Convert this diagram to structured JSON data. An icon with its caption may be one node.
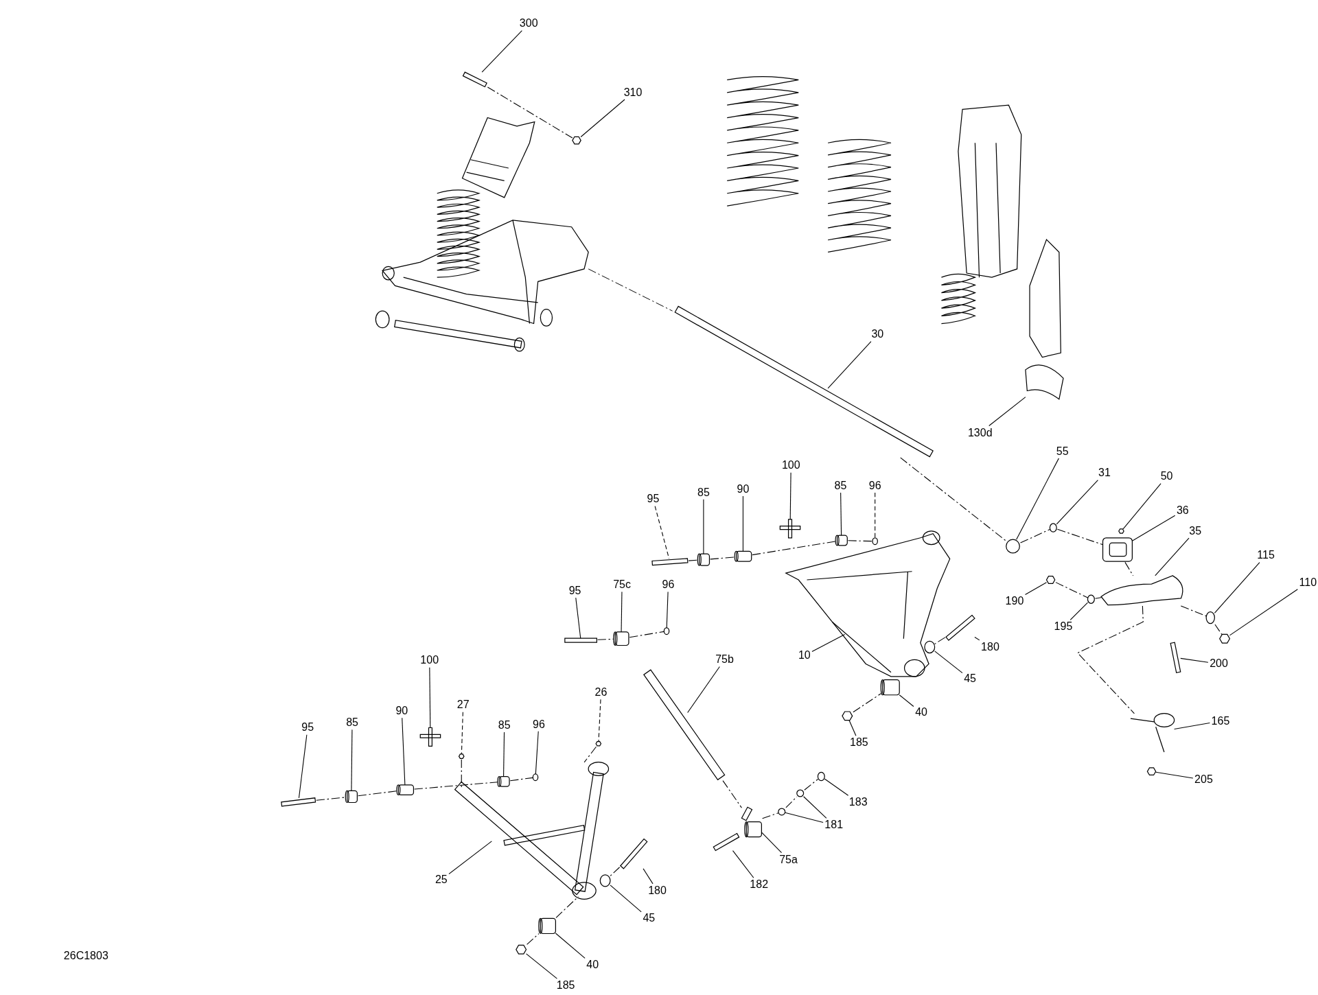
{
  "diagram": {
    "nodes": [
      {
        "text": [
          "300"
        ]
      },
      {
        "text": [
          "310"
        ]
      },
      {
        "text": [
          "30"
        ]
      },
      {
        "text": [
          "130d"
        ]
      },
      {
        "text": [
          "55"
        ]
      },
      {
        "text": [
          "31"
        ]
      },
      {
        "text": [
          "50"
        ]
      },
      {
        "text": [
          "36"
        ]
      },
      {
        "text": [
          "35"
        ]
      },
      {
        "text": [
          "115"
        ]
      },
      {
        "text": [
          "110"
        ]
      },
      {
        "text": [
          "190"
        ]
      },
      {
        "text": [
          "195"
        ]
      },
      {
        "text": [
          "200"
        ]
      },
      {
        "text": [
          "165"
        ]
      },
      {
        "text": [
          "205"
        ]
      },
      {
        "text": [
          "100"
        ]
      },
      {
        "text": [
          "95"
        ]
      },
      {
        "text": [
          "85"
        ]
      },
      {
        "text": [
          "90"
        ]
      },
      {
        "text": [
          "85"
        ]
      },
      {
        "text": [
          "96"
        ]
      },
      {
        "text": [
          "180"
        ]
      },
      {
        "text": [
          "45"
        ]
      },
      {
        "text": [
          "10"
        ]
      },
      {
        "text": [
          "40"
        ]
      },
      {
        "text": [
          "185"
        ]
      },
      {
        "text": [
          "95"
        ]
      },
      {
        "text": [
          "75c"
        ]
      },
      {
        "text": [
          "96"
        ]
      },
      {
        "text": [
          "75b"
        ]
      },
      {
        "text": [
          "183"
        ]
      },
      {
        "text": [
          "181"
        ]
      },
      {
        "text": [
          "75a"
        ]
      },
      {
        "text": [
          "182"
        ]
      },
      {
        "text": [
          "100"
        ]
      },
      {
        "text": [
          "27"
        ]
      },
      {
        "text": [
          "26"
        ]
      },
      {
        "text": [
          "95"
        ]
      },
      {
        "text": [
          "85"
        ]
      },
      {
        "text": [
          "90"
        ]
      },
      {
        "text": [
          "85"
        ]
      },
      {
        "text": [
          "96"
        ]
      },
      {
        "text": [
          "25"
        ]
      },
      {
        "text": [
          "180"
        ]
      },
      {
        "text": [
          "45"
        ]
      },
      {
        "text": [
          "40"
        ]
      },
      {
        "text": [
          "185"
        ]
      },
      {
        "text": [],
        "shape": "bar"
      },
      {
        "text": [],
        "shape": "hexagon"
      },
      {
        "text": [],
        "shape": "bar"
      },
      {
        "text": [],
        "shape": "picture"
      },
      {
        "text": [],
        "shape": "circle"
      },
      {
        "text": [],
        "shape": "circle"
      },
      {
        "text": [],
        "shape": "hexagon"
      },
      {
        "text": [],
        "shape": "box"
      },
      {
        "text": [],
        "shape": "picture"
      },
      {
        "text": [],
        "shape": "circle"
      },
      {
        "text": [],
        "shape": "hexagon"
      },
      {
        "text": [],
        "shape": "hexagon"
      },
      {
        "text": [],
        "shape": "circle"
      },
      {
        "text": [],
        "shape": "bar"
      },
      {
        "text": [],
        "shape": "picture"
      },
      {
        "text": [],
        "shape": "hexagon"
      },
      {
        "text": [],
        "shape": "picture"
      },
      {
        "text": [],
        "shape": "bar"
      },
      {
        "text": [],
        "shape": "cylinder"
      },
      {
        "text": [],
        "shape": "cylinder"
      },
      {
        "text": [],
        "shape": "cylinder"
      },
      {
        "text": [],
        "shape": "circle"
      },
      {
        "text": [],
        "shape": "bar"
      },
      {
        "text": [],
        "shape": "circle"
      },
      {
        "text": [],
        "shape": "picture"
      },
      {
        "text": [],
        "shape": "cylinder"
      },
      {
        "text": [],
        "shape": "hexagon"
      },
      {
        "text": [],
        "shape": "bar"
      },
      {
        "text": [],
        "shape": "cylinder"
      },
      {
        "text": [],
        "shape": "circle"
      },
      {
        "text": [],
        "shape": "bar"
      },
      {
        "text": [],
        "shape": "circle"
      },
      {
        "text": [],
        "shape": "circle"
      },
      {
        "text": [],
        "shape": "picture"
      },
      {
        "text": [],
        "shape": "bar"
      },
      {
        "text": [],
        "shape": "picture"
      },
      {
        "text": [],
        "shape": "hexagon"
      },
      {
        "text": [],
        "shape": "hexagon"
      },
      {
        "text": [],
        "shape": "bar"
      },
      {
        "text": [],
        "shape": "cylinder"
      },
      {
        "text": [],
        "shape": "cylinder"
      },
      {
        "text": [],
        "shape": "cylinder"
      },
      {
        "text": [],
        "shape": "circle"
      },
      {
        "text": [],
        "shape": "picture"
      },
      {
        "text": [],
        "shape": "bar"
      },
      {
        "text": [],
        "shape": "circle"
      },
      {
        "text": [],
        "shape": "cylinder"
      },
      {
        "text": [],
        "shape": "hexagon"
      },
      {
        "text": [],
        "shape": "circle"
      }
    ],
    "edges": [
      {
        "from": 0,
        "to": 48,
        "arrow": "none"
      },
      {
        "from": 1,
        "to": 49,
        "arrow": "none"
      },
      {
        "from": 2,
        "to": 50,
        "arrow": "none"
      },
      {
        "from": 3,
        "to": 51,
        "arrow": "none"
      },
      {
        "from": 4,
        "to": 52,
        "arrow": "none"
      },
      {
        "from": 5,
        "to": 53,
        "arrow": "none"
      },
      {
        "from": 6,
        "to": 54,
        "arrow": "none"
      },
      {
        "from": 7,
        "to": 55,
        "arrow": "none"
      },
      {
        "from": 8,
        "to": 56,
        "arrow": "none"
      },
      {
        "from": 9,
        "to": 57,
        "arrow": "none"
      },
      {
        "from": 10,
        "to": 58,
        "arrow": "none"
      },
      {
        "from": 11,
        "to": 59,
        "arrow": "none"
      },
      {
        "from": 12,
        "to": 60,
        "arrow": "none"
      },
      {
        "from": 13,
        "to": 61,
        "arrow": "none"
      },
      {
        "from": 14,
        "to": 62,
        "arrow": "none"
      },
      {
        "from": 15,
        "to": 63,
        "arrow": "none"
      },
      {
        "from": 16,
        "to": 64,
        "arrow": "none"
      },
      {
        "from": 17,
        "to": 65,
        "arrow": "none",
        "style": "dashed"
      },
      {
        "from": 18,
        "to": 66,
        "arrow": "none"
      },
      {
        "from": 19,
        "to": 67,
        "arrow": "none"
      },
      {
        "from": 20,
        "to": 68,
        "arrow": "none"
      },
      {
        "from": 21,
        "to": 69,
        "arrow": "none",
        "style": "dashed"
      },
      {
        "from": 22,
        "to": 70,
        "arrow": "none"
      },
      {
        "from": 23,
        "to": 71,
        "arrow": "none"
      },
      {
        "from": 24,
        "to": 72,
        "arrow": "none"
      },
      {
        "from": 25,
        "to": 73,
        "arrow": "none"
      },
      {
        "from": 26,
        "to": 74,
        "arrow": "none"
      },
      {
        "from": 27,
        "to": 75,
        "arrow": "none"
      },
      {
        "from": 28,
        "to": 76,
        "arrow": "none"
      },
      {
        "from": 29,
        "to": 77,
        "arrow": "none"
      },
      {
        "from": 30,
        "to": 78,
        "arrow": "none"
      },
      {
        "from": 31,
        "to": 79,
        "arrow": "none"
      },
      {
        "from": 32,
        "to": 80,
        "arrow": "none"
      },
      {
        "from": 33,
        "to": 81,
        "arrow": "none"
      },
      {
        "from": 34,
        "to": 82,
        "arrow": "none"
      },
      {
        "from": 35,
        "to": 83,
        "arrow": "none"
      },
      {
        "from": 36,
        "to": 84,
        "arrow": "none",
        "style": "dashed"
      },
      {
        "from": 37,
        "to": 85,
        "arrow": "none",
        "style": "dashed"
      },
      {
        "from": 38,
        "to": 86,
        "arrow": "none"
      },
      {
        "from": 39,
        "to": 87,
        "arrow": "none"
      },
      {
        "from": 40,
        "to": 88,
        "arrow": "none"
      },
      {
        "from": 41,
        "to": 89,
        "arrow": "none"
      },
      {
        "from": 42,
        "to": 90,
        "arrow": "none"
      },
      {
        "from": 43,
        "to": 91,
        "arrow": "none"
      },
      {
        "from": 44,
        "to": 92,
        "arrow": "none"
      },
      {
        "from": 45,
        "to": 93,
        "arrow": "none"
      },
      {
        "from": 46,
        "to": 94,
        "arrow": "none"
      },
      {
        "from": 47,
        "to": 95,
        "arrow": "none"
      },
      {
        "from": 32,
        "to": 96,
        "arrow": "none"
      },
      {
        "from": 48,
        "to": 49,
        "arrow": "none",
        "style": "dashed"
      },
      {
        "from": 50,
        "to": 52,
        "arrow": "none",
        "style": "dashed"
      },
      {
        "from": 52,
        "to": 53,
        "arrow": "none",
        "style": "dashed"
      },
      {
        "from": 53,
        "to": 55,
        "arrow": "none",
        "style": "dashed"
      },
      {
        "from": 55,
        "to": 56,
        "arrow": "none",
        "style": "dashed"
      },
      {
        "from": 56,
        "to": 57,
        "arrow": "none",
        "style": "dashed"
      },
      {
        "from": 57,
        "to": 58,
        "arrow": "none",
        "style": "dashed"
      },
      {
        "from": 59,
        "to": 60,
        "arrow": "none",
        "style": "dashed"
      },
      {
        "from": 60,
        "to": 56,
        "arrow": "none",
        "style": "dashed"
      },
      {
        "from": 56,
        "to": 62,
        "arrow": "none",
        "style": "dashed"
      },
      {
        "from": 65,
        "to": 66,
        "arrow": "none",
        "style": "dashed"
      },
      {
        "from": 66,
        "to": 67,
        "arrow": "none",
        "style": "dashed"
      },
      {
        "from": 67,
        "to": 68,
        "arrow": "none",
        "style": "dashed"
      },
      {
        "from": 68,
        "to": 69,
        "arrow": "none",
        "style": "dashed"
      },
      {
        "from": 75,
        "to": 76,
        "arrow": "none",
        "style": "dashed"
      },
      {
        "from": 76,
        "to": 77,
        "arrow": "none",
        "style": "dashed"
      },
      {
        "from": 78,
        "to": 81,
        "arrow": "none",
        "style": "dashed"
      },
      {
        "from": 81,
        "to": 96,
        "arrow": "none",
        "style": "dashed"
      },
      {
        "from": 96,
        "to": 80,
        "arrow": "none",
        "style": "dashed"
      },
      {
        "from": 80,
        "to": 79,
        "arrow": "none",
        "style": "dashed"
      },
      {
        "from": 86,
        "to": 87,
        "arrow": "none",
        "style": "dashed"
      },
      {
        "from": 87,
        "to": 88,
        "arrow": "none",
        "style": "dashed"
      },
      {
        "from": 88,
        "to": 89,
        "arrow": "none",
        "style": "dashed"
      },
      {
        "from": 89,
        "to": 90,
        "arrow": "none",
        "style": "dashed"
      },
      {
        "from": 84,
        "to": 91,
        "arrow": "none",
        "style": "dashed"
      },
      {
        "from": 85,
        "to": 91,
        "arrow": "none",
        "style": "dashed"
      },
      {
        "from": 95,
        "to": 94,
        "arrow": "none",
        "style": "dashed"
      },
      {
        "from": 94,
        "to": 91,
        "arrow": "none",
        "style": "dashed"
      },
      {
        "from": 74,
        "to": 73,
        "arrow": "none",
        "style": "dashed"
      },
      {
        "from": 70,
        "to": 71,
        "arrow": "none",
        "style": "dashed"
      },
      {
        "from": 92,
        "to": 93,
        "arrow": "none",
        "style": "dashed"
      }
    ],
    "labels": [
      "26C1803"
    ]
  }
}
